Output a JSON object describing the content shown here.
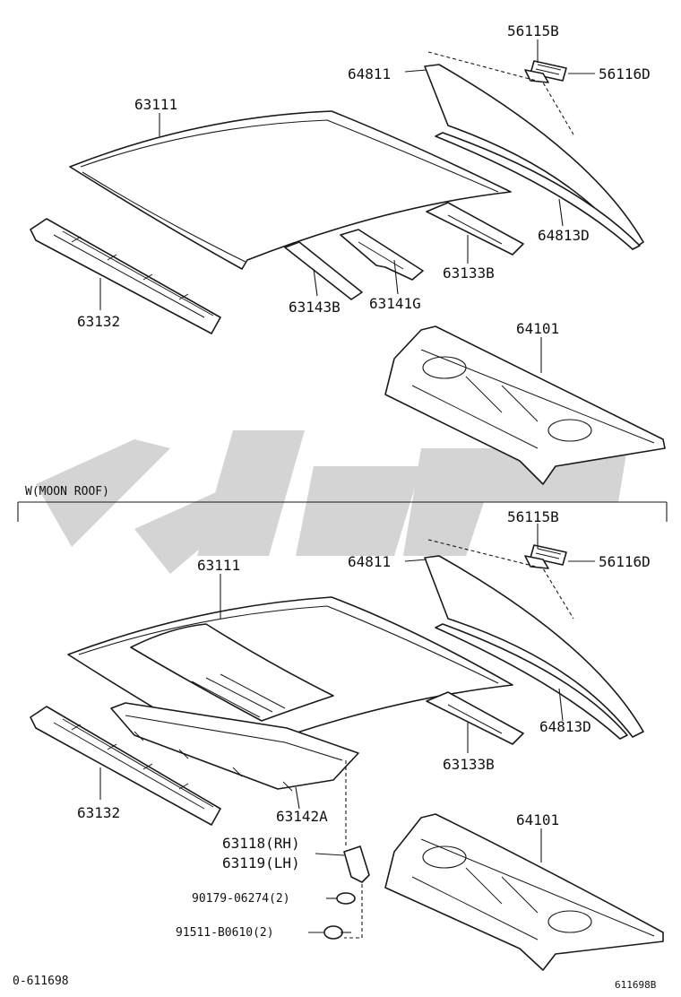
{
  "section_label": "W(MOON ROOF)",
  "top_section": {
    "labels": {
      "p56115B": "56115B",
      "p64811": "64811",
      "p56116D": "56116D",
      "p63111": "63111",
      "p64813D": "64813D",
      "p63133B": "63133B",
      "p63132": "63132",
      "p63143B": "63143B",
      "p63141G": "63141G",
      "p64101": "64101"
    }
  },
  "bottom_section": {
    "labels": {
      "p56115B": "56115B",
      "p64811": "64811",
      "p56116D": "56116D",
      "p63111": "63111",
      "p64813D": "64813D",
      "p63133B": "63133B",
      "p63132": "63132",
      "p63142A": "63142A",
      "p63118": "63118(RH)",
      "p63119": "63119(LH)",
      "p90179": "90179-06274(2)",
      "p91511": "91511-B0610(2)",
      "p64101": "64101"
    }
  },
  "footer": {
    "left_code": "0-611698",
    "right_code": "611698B"
  }
}
